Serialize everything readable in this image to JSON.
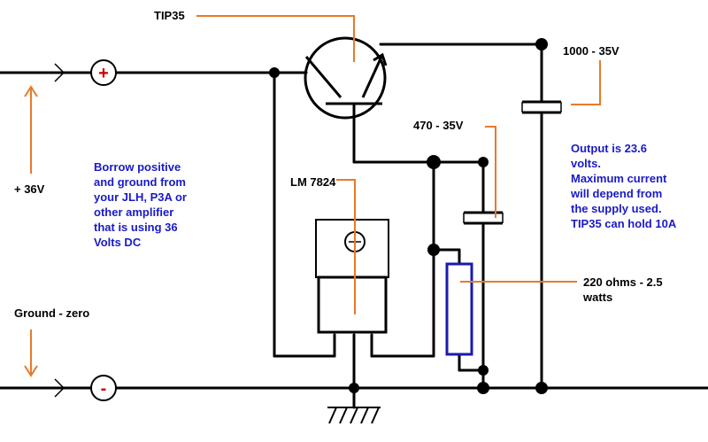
{
  "labels": {
    "tip35": "TIP35",
    "cap1000": "1000 - 35V",
    "cap470": "470 - 35V",
    "lm7824": "LM 7824",
    "resistor": "220 ohms - 2.5",
    "resistor_line2": "watts",
    "plus36": "+ 36V",
    "ground": "Ground - zero"
  },
  "notes": {
    "borrow": [
      "Borrow positive",
      "and ground from",
      "your JLH, P3A or",
      "other amplifier",
      "that is using 36",
      "Volts DC"
    ],
    "output": [
      "Output is 23.6",
      "volts.",
      "Maximum current",
      "will depend from",
      "the supply used.",
      "TIP35 can hold 10A"
    ]
  },
  "terminals": {
    "plus": "+",
    "minus": "-"
  },
  "colors": {
    "wire": "#000000",
    "leader": "#e87a2a",
    "note_text": "#1a1ac8",
    "plus_symbol": "#cc0000",
    "resistor_outline": "#1a1ab0"
  }
}
